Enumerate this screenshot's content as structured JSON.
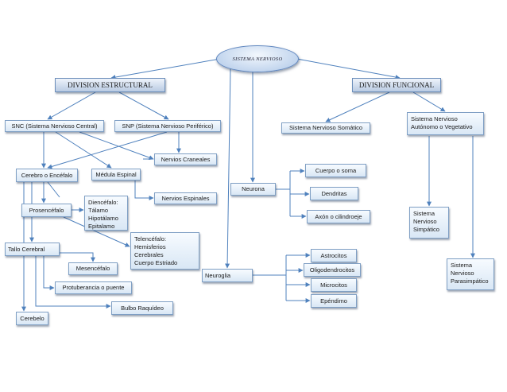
{
  "colors": {
    "line": "#4f81bd",
    "node_border": "#7f9fc4",
    "node_fill": "#dbe8f5"
  },
  "root": {
    "label": "SISTEMA NERVIOSO"
  },
  "headers": {
    "estructural": "DIVISION ESTRUCTURAL",
    "funcional": "DIVISION FUNCIONAL"
  },
  "nodes": {
    "snc": "SNC (Sistema Nervioso Central)",
    "snp": "SNP (Sistema Nervioso Periférico)",
    "somatico": "Sistema Nervioso Somático",
    "autonomo": "Sistema Nervioso\nAutónomo o Vegetativo",
    "craneales": "Nervios Craneales",
    "cerebro": "Cerebro o Encéfalo",
    "medula": "Médula Espinal",
    "espinales": "Nervios Espinales",
    "prosencefalo": "Prosencéfalo",
    "diencefalo": "Diencéfalo:\nTálamo\nHipotálamo\nEpitalamo",
    "telencefalo": "Telencéfalo:\nHemisferios\nCerebrales\nCuerpo Estriado",
    "tallo": "Tallo Cerebral",
    "mesencefalo": "Mesencéfalo",
    "protuberancia": "Protuberancia o puente",
    "bulbo": "Bulbo Raquídeo",
    "cerebelo": "Cerebelo",
    "neurona": "Neurona",
    "cuerpo": "Cuerpo o soma",
    "dendritas": "Dendritas",
    "axon": "Axón o cilindroeje",
    "neuroglia": "Neuroglia",
    "astrocitos": "Astrocitos",
    "oligodendrocitos": "Oligodendrocitos",
    "microcitos": "Microcitos",
    "ependimo": "Epéndimo",
    "simpatico": "Sistema\nNervioso\nSimpático",
    "parasimpatico": "Sistema\nNervioso\nParasimpático"
  }
}
